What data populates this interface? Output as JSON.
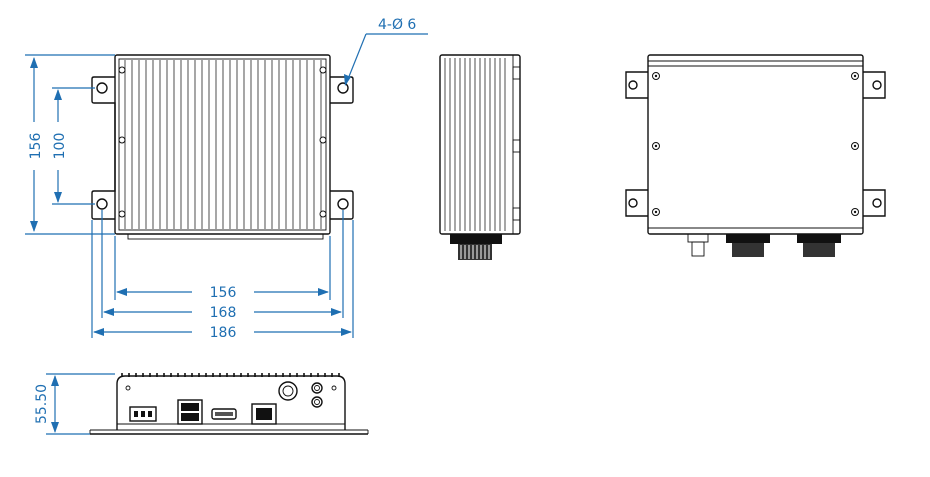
{
  "drawing": {
    "colors": {
      "dimension": "#1f6fb2",
      "outline": "#111111",
      "background": "#ffffff"
    },
    "top_view": {
      "height_outer_label": "156",
      "height_holes_label": "100",
      "hole_callout_label": "4-Ø 6",
      "width_body_label": "156",
      "width_holes_label": "168",
      "width_overall_label": "186"
    },
    "front_view": {
      "height_label": "55.50"
    }
  }
}
